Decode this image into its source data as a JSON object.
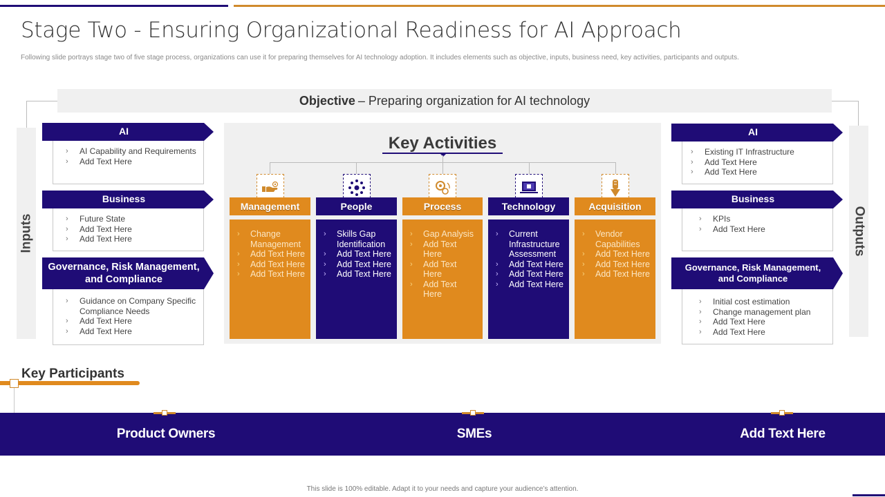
{
  "slide": {
    "title": "Stage Two -  Ensuring Organizational Readiness for AI Approach",
    "subtitle": "Following slide portrays stage two of five stage process, organizations can use it for preparing themselves for AI technology adoption. It includes elements such as objective, inputs, business need, key activities, participants and outputs.",
    "footer": "This slide is 100% editable. Adapt it to your needs and capture your audience’s attention.",
    "colors": {
      "navy": "#1f0c76",
      "gold": "#e08a1e",
      "panel": "#f0f0f0"
    }
  },
  "objective": {
    "label": "Objective",
    "text": "–  Preparing organization for AI technology"
  },
  "inputs": {
    "band_label": "Inputs",
    "cards": [
      {
        "header": "AI",
        "items": [
          "AI Capability and Requirements",
          "Add Text Here"
        ]
      },
      {
        "header": "Business",
        "items": [
          "Future State",
          "Add Text Here",
          "Add Text Here"
        ]
      },
      {
        "header": "Governance, Risk Management, and Compliance",
        "items": [
          "Guidance on Company Specific Compliance Needs",
          "Add Text Here",
          "Add Text Here"
        ]
      }
    ]
  },
  "outputs": {
    "band_label": "Outputs",
    "cards": [
      {
        "header": "AI",
        "items": [
          "Existing IT Infrastructure",
          "Add Text Here",
          "Add Text Here"
        ]
      },
      {
        "header": "Business",
        "items": [
          "KPIs",
          "Add Text Here"
        ]
      },
      {
        "header": "Governance, Risk Management, and Compliance",
        "items": [
          "Initial cost estimation",
          "Change management plan",
          "Add Text Here",
          "Add Text Here"
        ]
      }
    ]
  },
  "key_activities": {
    "title": "Key Activities",
    "columns": [
      {
        "header": "Management",
        "icon": "hand-gear-icon",
        "items": [
          "Change Management",
          "Add Text Here",
          "Add Text Here",
          "Add Text Here"
        ]
      },
      {
        "header": "People",
        "icon": "people-network-icon",
        "items": [
          "Skills Gap Identification",
          "Add Text Here",
          "Add Text Here",
          "Add Text Here"
        ]
      },
      {
        "header": "Process",
        "icon": "process-gears-icon",
        "items": [
          "Gap Analysis",
          "Add Text Here",
          "Add Text Here",
          "Add Text Here"
        ]
      },
      {
        "header": "Technology",
        "icon": "laptop-chip-icon",
        "items": [
          "Current Infrastructure Assessment",
          "Add Text Here",
          "Add Text Here",
          "Add Text Here"
        ]
      },
      {
        "header": "Acquisition",
        "icon": "handshake-icon",
        "items": [
          "Vendor Capabilities",
          "Add Text Here",
          "Add Text Here",
          "Add Text Here"
        ]
      }
    ]
  },
  "key_participants": {
    "title": "Key Participants",
    "items": [
      "Product Owners",
      "SMEs",
      "Add Text Here"
    ]
  }
}
